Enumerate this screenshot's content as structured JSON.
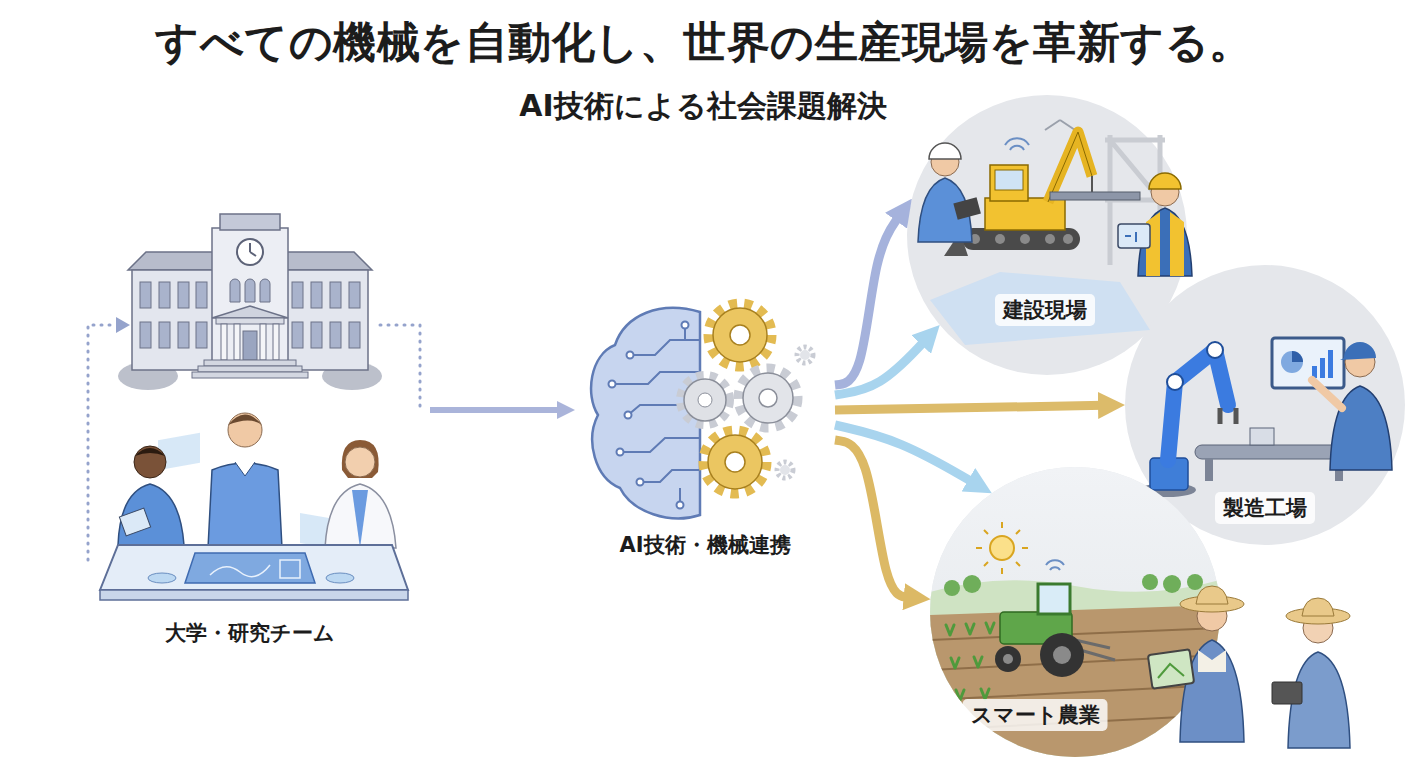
{
  "diagram": {
    "title": "すべての機械を自動化し、世界の生産現場を革新する。",
    "nodes": [
      {
        "text": [
          "大学・研究チーム"
        ]
      },
      {
        "text": [
          "AI技術・機械連携"
        ]
      },
      {
        "text": [
          "建設現場"
        ]
      },
      {
        "text": [
          "製造工場"
        ]
      },
      {
        "text": [
          "スマート農業"
        ]
      }
    ],
    "edges": [
      {
        "from": 0,
        "to": 1,
        "arrow": "to"
      },
      {
        "from": 1,
        "to": 2,
        "arrow": "to"
      },
      {
        "from": 1,
        "to": 2,
        "arrow": "to"
      },
      {
        "from": 1,
        "to": 3,
        "arrow": "to"
      },
      {
        "from": 1,
        "to": 4,
        "arrow": "to"
      },
      {
        "from": 1,
        "to": 4,
        "arrow": "to"
      }
    ],
    "labels": [
      "AI技術による社会課題解決"
    ]
  }
}
